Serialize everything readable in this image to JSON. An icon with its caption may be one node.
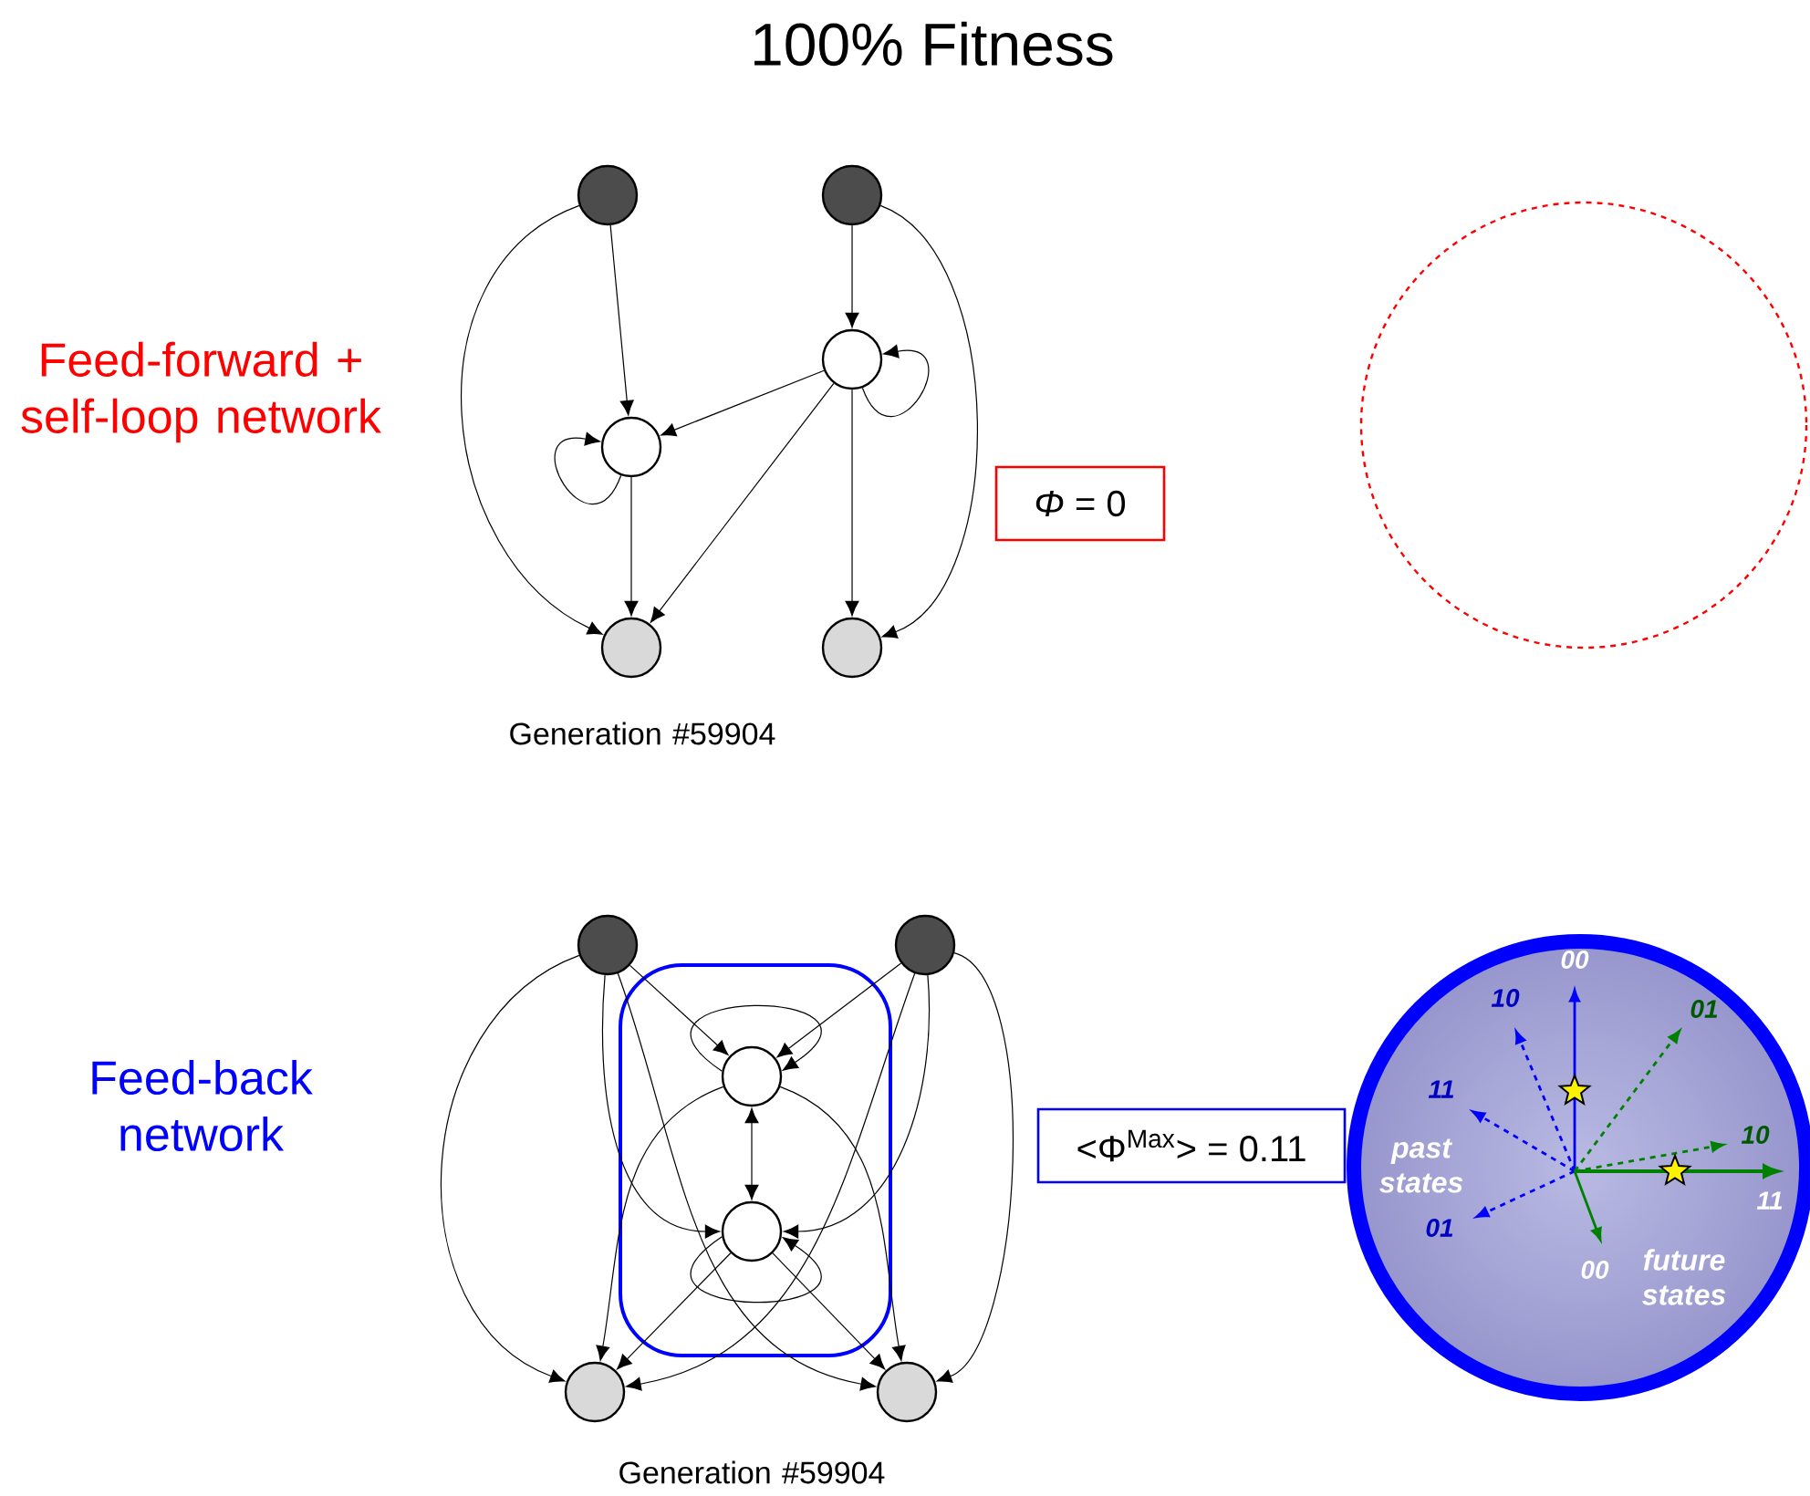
{
  "diagram": {
    "title": "100% Fitness",
    "nodes": [
      {
        "text": [],
        "shape": "circle"
      },
      {
        "text": [],
        "shape": "circle"
      },
      {
        "text": [],
        "shape": "circle"
      },
      {
        "text": [],
        "shape": "circle"
      },
      {
        "text": [],
        "shape": "circle"
      },
      {
        "text": [],
        "shape": "circle"
      },
      {
        "text": [
          "*Φ* = 0"
        ]
      },
      {
        "text": [],
        "shape": "circle"
      },
      {
        "text": [],
        "shape": "circle"
      },
      {
        "text": [],
        "shape": "box"
      },
      {
        "text": [],
        "shape": "circle",
        "in": 9
      },
      {
        "text": [],
        "shape": "circle",
        "in": 9
      },
      {
        "text": [],
        "shape": "circle"
      },
      {
        "text": [],
        "shape": "circle"
      },
      {
        "text": [
          "<Φ$^{Max}$> = 0.11"
        ]
      }
    ],
    "edges": [
      {
        "from": 0,
        "to": 2,
        "arrow": "to"
      },
      {
        "from": 1,
        "to": 3,
        "arrow": "to"
      },
      {
        "from": 0,
        "to": 4,
        "arrow": "to"
      },
      {
        "from": 1,
        "to": 5,
        "arrow": "to"
      },
      {
        "from": 2,
        "to": 2,
        "arrow": "to"
      },
      {
        "from": 3,
        "to": 3,
        "arrow": "to"
      },
      {
        "from": 3,
        "to": 2,
        "arrow": "to"
      },
      {
        "from": 3,
        "to": 4,
        "arrow": "to"
      },
      {
        "from": 2,
        "to": 4,
        "arrow": "to"
      },
      {
        "from": 3,
        "to": 5,
        "arrow": "to"
      },
      {
        "from": 7,
        "to": 10,
        "arrow": "to"
      },
      {
        "from": 8,
        "to": 10,
        "arrow": "to"
      },
      {
        "from": 7,
        "to": 11,
        "arrow": "to"
      },
      {
        "from": 8,
        "to": 11,
        "arrow": "to"
      },
      {
        "from": 10,
        "to": 11,
        "arrow": "both"
      },
      {
        "from": 10,
        "to": 10,
        "arrow": "to"
      },
      {
        "from": 11,
        "to": 11,
        "arrow": "to"
      },
      {
        "from": 7,
        "to": 12,
        "arrow": "to"
      },
      {
        "from": 8,
        "to": 13,
        "arrow": "to"
      },
      {
        "from": 10,
        "to": 12,
        "arrow": "to"
      },
      {
        "from": 10,
        "to": 13,
        "arrow": "to"
      },
      {
        "from": 11,
        "to": 12,
        "arrow": "to"
      },
      {
        "from": 11,
        "to": 13,
        "arrow": "to"
      },
      {
        "from": 7,
        "to": 13,
        "arrow": "to"
      },
      {
        "from": 8,
        "to": 12,
        "arrow": "to"
      }
    ],
    "labels": [
      "Feed-forward + self-loop network",
      "Generation #59904",
      "Feed-back network",
      "Generation #59904",
      "00",
      "10",
      "01",
      "11",
      "10",
      "past states",
      "11",
      "01",
      "00",
      "future states"
    ]
  }
}
